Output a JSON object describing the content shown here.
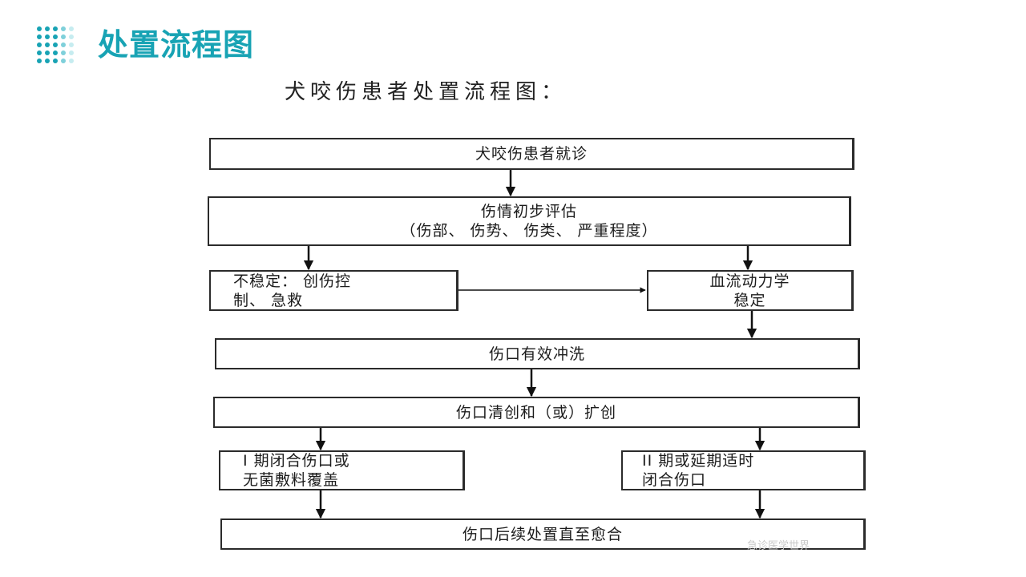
{
  "header": {
    "title": "处置流程图",
    "accent_color": "#18a3b4",
    "dot_colors": [
      "#18a3b4",
      "#7fd0da",
      "#c6ecf0"
    ]
  },
  "diagram": {
    "title": "犬咬伤患者处置流程图：",
    "boxes": {
      "visit": {
        "lines": [
          "犬咬伤患者就诊"
        ]
      },
      "assess": {
        "lines": [
          "伤情初步评估",
          "（伤部、 伤势、 伤类、 严重程度）"
        ]
      },
      "unstable": {
        "lines": [
          "不稳定： 创伤控",
          "制、 急救"
        ]
      },
      "stable": {
        "lines": [
          "血流动力学",
          "稳定"
        ]
      },
      "irrigate": {
        "lines": [
          "伤口有效冲洗"
        ]
      },
      "debride": {
        "lines": [
          "伤口清创和（或）扩创"
        ]
      },
      "primary": {
        "lines": [
          "I 期闭合伤口或",
          "无菌敷料覆盖"
        ]
      },
      "secondary": {
        "lines": [
          "II 期或延期适时",
          "闭合伤口"
        ]
      },
      "followup": {
        "lines": [
          "伤口后续处置直至愈合"
        ]
      }
    },
    "watermark": "急诊医学世界"
  }
}
